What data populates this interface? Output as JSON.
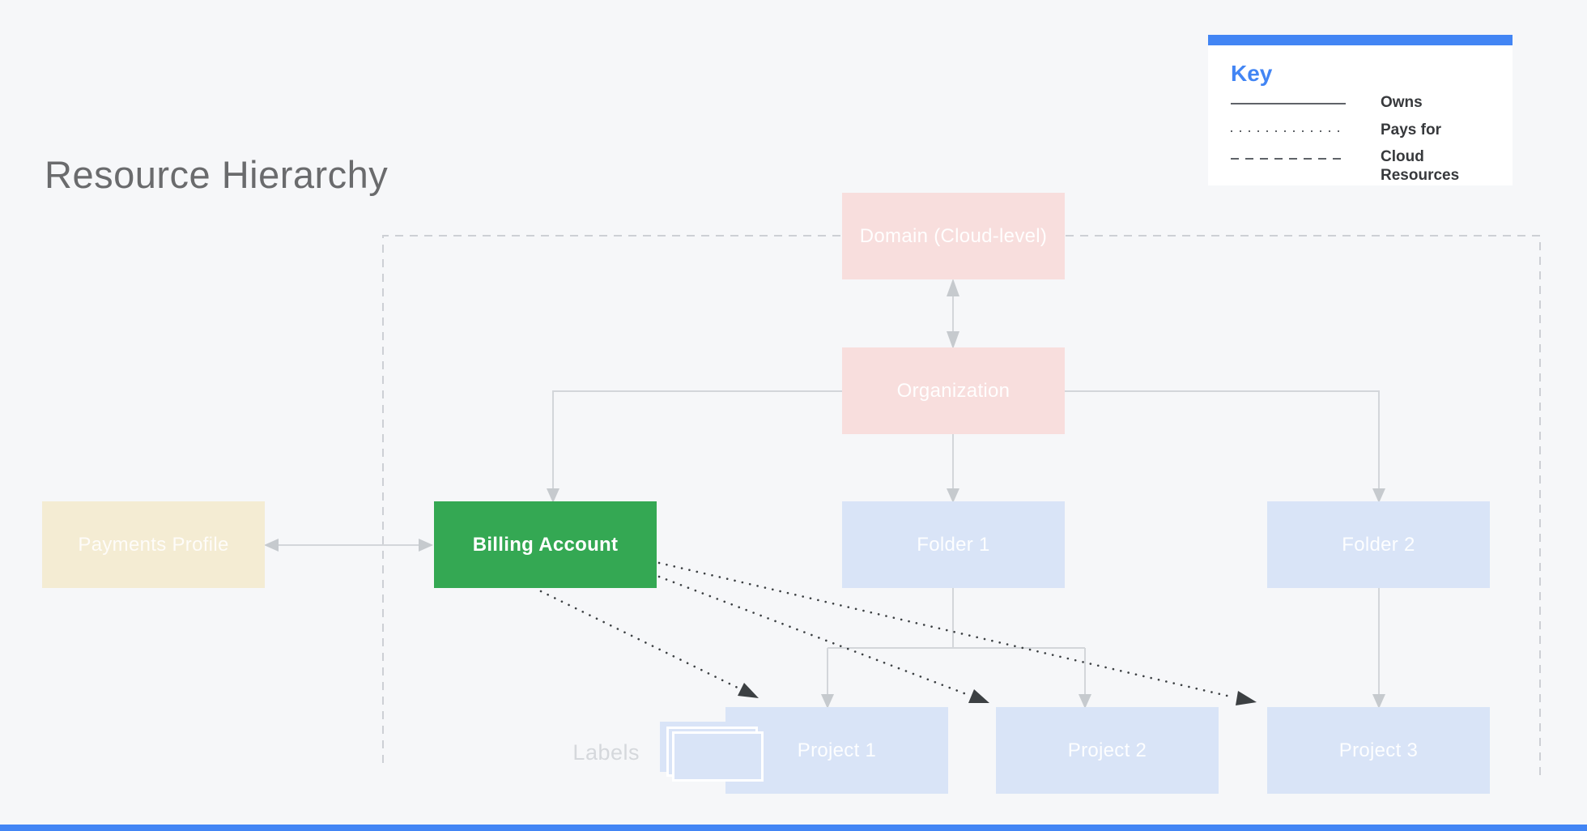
{
  "title": "Resource Hierarchy",
  "key": {
    "heading": "Key",
    "items": [
      {
        "line_style": "solid",
        "label": "Owns"
      },
      {
        "line_style": "dotted",
        "label": "Pays for"
      },
      {
        "line_style": "dashed",
        "label": "Cloud Resources"
      }
    ]
  },
  "nodes": {
    "domain": {
      "label": "Domain (Cloud-level)"
    },
    "organization": {
      "label": "Organization"
    },
    "payments_profile": {
      "label": "Payments Profile"
    },
    "billing_account": {
      "label": "Billing Account"
    },
    "folder1": {
      "label": "Folder 1"
    },
    "folder2": {
      "label": "Folder 2"
    },
    "project1": {
      "label": "Project 1"
    },
    "project2": {
      "label": "Project 2"
    },
    "project3": {
      "label": "Project 3"
    }
  },
  "labels_caption": "Labels",
  "edges": [
    {
      "from": "domain",
      "to": "organization",
      "type": "owns",
      "arrow": "both"
    },
    {
      "from": "organization",
      "to": "billing_account",
      "type": "owns",
      "arrow": "end"
    },
    {
      "from": "organization",
      "to": "folder1",
      "type": "owns",
      "arrow": "end"
    },
    {
      "from": "organization",
      "to": "folder2",
      "type": "owns",
      "arrow": "end"
    },
    {
      "from": "folder1",
      "to": "project1",
      "type": "owns",
      "arrow": "end"
    },
    {
      "from": "folder1",
      "to": "project2",
      "type": "owns",
      "arrow": "end"
    },
    {
      "from": "folder2",
      "to": "project3",
      "type": "owns",
      "arrow": "end"
    },
    {
      "from": "payments_profile",
      "to": "billing_account",
      "type": "owns",
      "arrow": "both"
    },
    {
      "from": "billing_account",
      "to": "project1",
      "type": "pays_for",
      "arrow": "end"
    },
    {
      "from": "billing_account",
      "to": "project2",
      "type": "pays_for",
      "arrow": "end"
    },
    {
      "from": "billing_account",
      "to": "project3",
      "type": "pays_for",
      "arrow": "end"
    }
  ],
  "boundary": {
    "type": "cloud_resources",
    "style": "dashed"
  },
  "colors": {
    "background": "#f6f7f9",
    "accent_blue": "#4285f4",
    "node_pink": "#f8dedd",
    "node_blue": "#d9e4f7",
    "node_green": "#34a853",
    "node_cream": "#f4ecd3",
    "connector_gray": "#d3d6da",
    "arrowhead_gray": "#c6cace",
    "dashed_boundary_gray": "#cdd0d5",
    "pays_for_black": "#3c4043",
    "title_gray": "#6a6b6d",
    "key_label_dark": "#37393c",
    "labels_caption_gray": "#d5d8dc"
  }
}
